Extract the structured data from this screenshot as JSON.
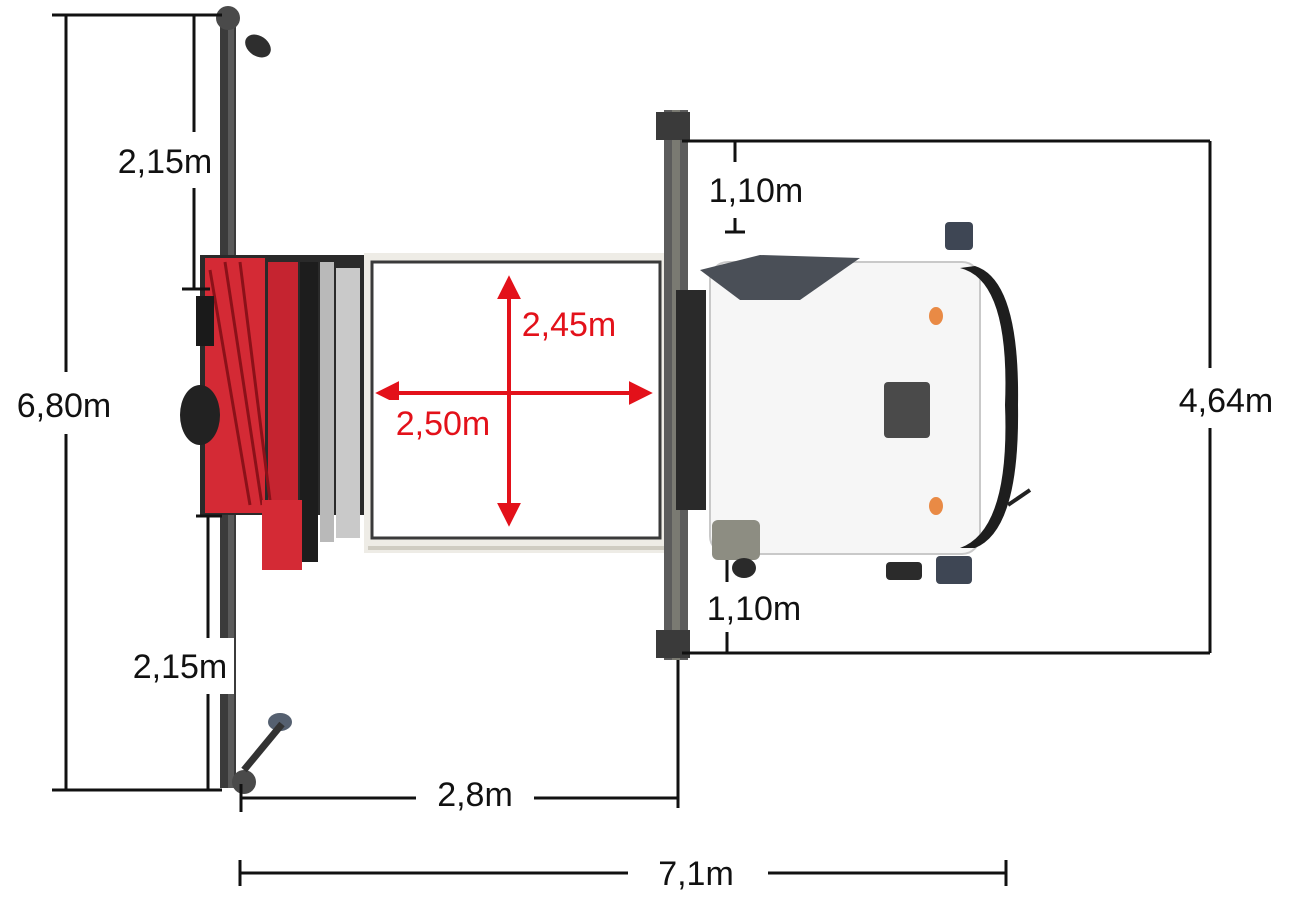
{
  "dimensions": {
    "total_height": "6,80m",
    "outrigger_top": "2,15m",
    "outrigger_bottom": "2,15m",
    "front_support_top": "1,10m",
    "front_support_bottom": "1,10m",
    "front_width": "4,64m",
    "bed_length": "2,45m",
    "bed_width": "2,50m",
    "rear_to_front_support": "2,8m",
    "total_length": "7,1m"
  },
  "colors": {
    "dimension_line": "#111111",
    "bed_dimension": "#e3111a",
    "crane_red": "#d42a35",
    "truck_cab": "#ffffff"
  }
}
